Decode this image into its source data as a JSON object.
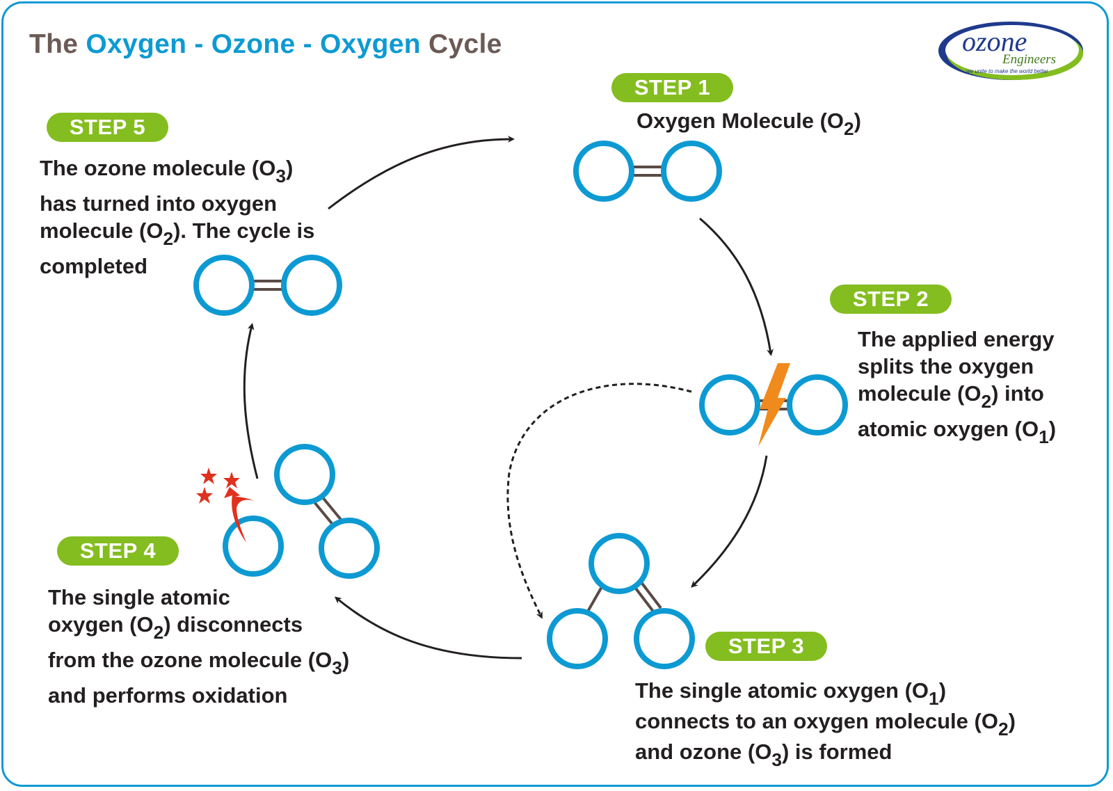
{
  "title": {
    "part1": "The",
    "part2": "Oxygen - Ozone - Oxygen",
    "part3": "Cycle"
  },
  "logo": {
    "line1": "ozone",
    "line2": "Engineers",
    "tagline": "we unite to make the world better"
  },
  "steps": [
    {
      "label": "STEP 1",
      "lines": [
        {
          "pre": "Oxygen Molecule (O",
          "sub": "2",
          "post": ")"
        }
      ]
    },
    {
      "label": "STEP 2",
      "lines": [
        {
          "pre": "The applied energy",
          "sub": "",
          "post": ""
        },
        {
          "pre": "splits the oxygen",
          "sub": "",
          "post": ""
        },
        {
          "pre": "molecule (O",
          "sub": "2",
          "post": ") into"
        },
        {
          "pre": "atomic oxygen (O",
          "sub": "1",
          "post": ")"
        }
      ]
    },
    {
      "label": "STEP 3",
      "lines": [
        {
          "pre": "The single atomic oxygen (O",
          "sub": "1",
          "post": ")"
        },
        {
          "pre": "connects to an oxygen molecule (O",
          "sub": "2",
          "post": ")"
        },
        {
          "pre": "and ozone (O",
          "sub": "3",
          "post": ") is formed"
        }
      ]
    },
    {
      "label": "STEP 4",
      "lines": [
        {
          "pre": "The single atomic",
          "sub": "",
          "post": ""
        },
        {
          "pre": "oxygen (O",
          "sub": "2",
          "post": ") disconnects"
        },
        {
          "pre": "from the ozone molecule (O",
          "sub": "3",
          "post": ")"
        },
        {
          "pre": "and performs oxidation",
          "sub": "",
          "post": ""
        }
      ]
    },
    {
      "label": "STEP 5",
      "lines": [
        {
          "pre": "The ozone molecule (O",
          "sub": "3",
          "post": ")"
        },
        {
          "pre": "has turned into oxygen",
          "sub": "",
          "post": ""
        },
        {
          "pre": "molecule (O",
          "sub": "2",
          "post": "). The cycle is"
        },
        {
          "pre": "completed",
          "sub": "",
          "post": ""
        }
      ]
    }
  ],
  "colors": {
    "atom": "#0d9ad3",
    "badge": "#84bd1f",
    "bond": "#5a4a45",
    "bolt": "#f08a1c",
    "stars": "#e0301e",
    "title_brown": "#6b5a55",
    "title_blue": "#0d9ad3"
  }
}
